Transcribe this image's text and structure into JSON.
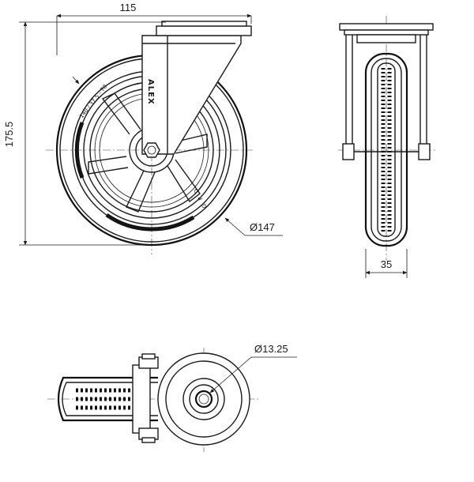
{
  "dimensions": {
    "width_top": "115",
    "height_total": "175.5",
    "wheel_diameter": "Ø147",
    "wheel_width": "35",
    "axle_bore": "Ø13.25"
  },
  "tire_markings": {
    "size_code": "140 / 37,5 - 70",
    "brand_letters": "GPD",
    "bracket_brand": "ALEX"
  }
}
